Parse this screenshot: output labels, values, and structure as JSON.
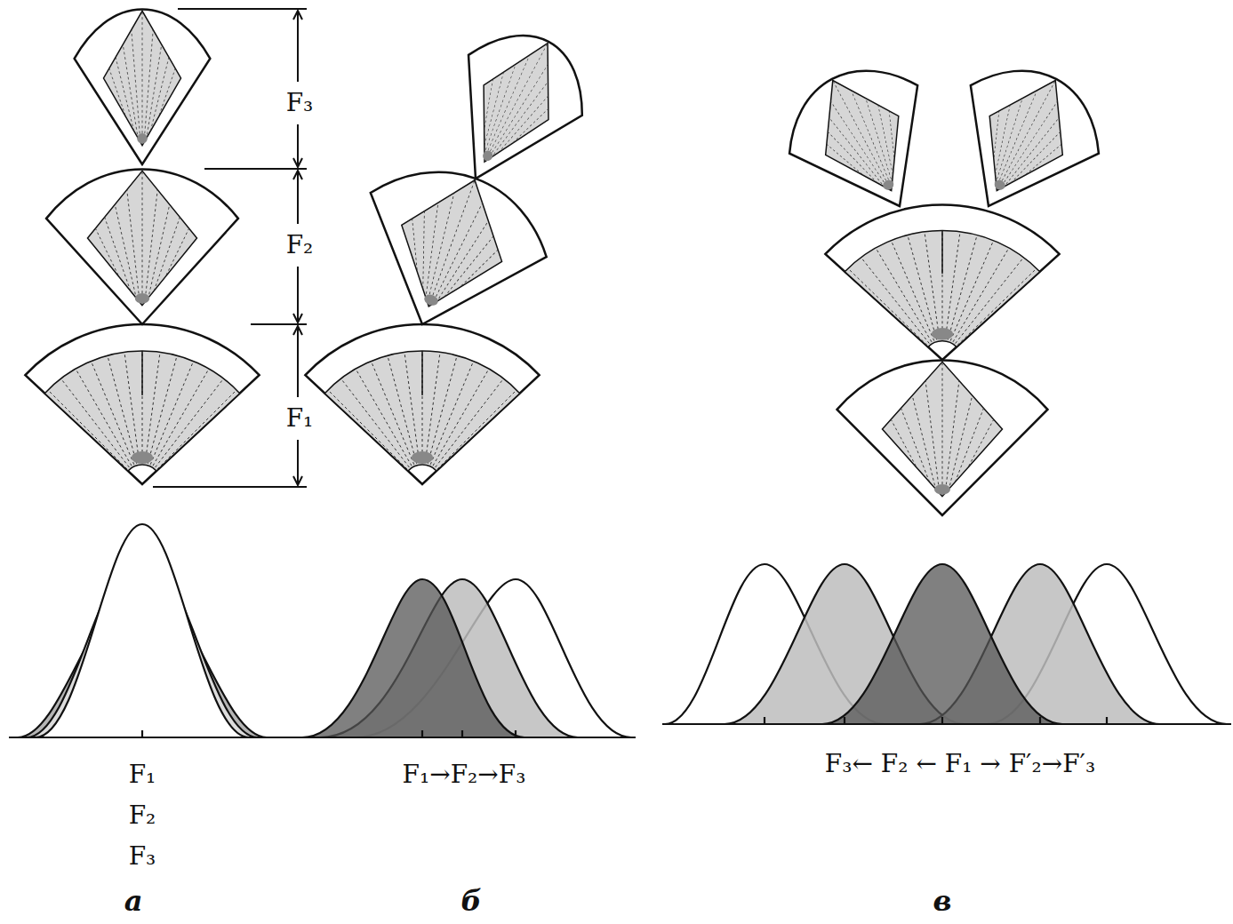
{
  "diagram": {
    "labels": [
      "F₃",
      "F₂",
      "F₁",
      "F₁",
      "F₂",
      "F₃",
      "F₁→F₂→F₃",
      "F₃← F₂ ← F₁ → F′₂→F′₃",
      "а",
      "б",
      "в"
    ]
  }
}
